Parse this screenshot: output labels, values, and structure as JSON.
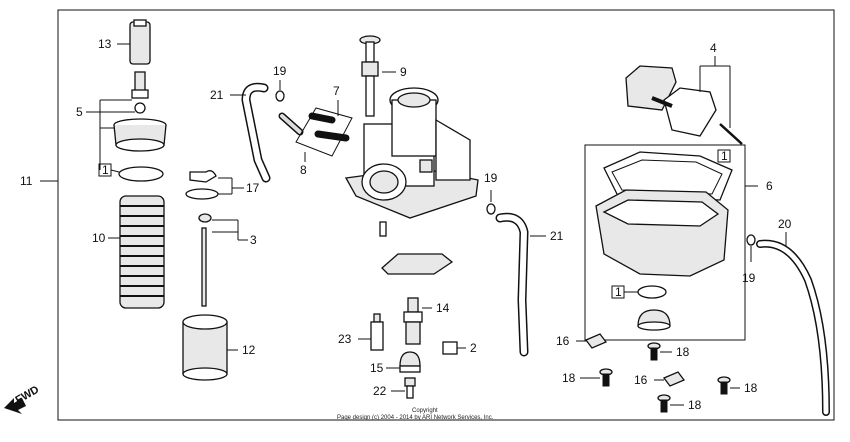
{
  "callouts": {
    "n13": "13",
    "n5": "5",
    "n1a": "1",
    "n11": "11",
    "n10": "10",
    "n12": "12",
    "n21a": "21",
    "n19a": "19",
    "n17": "17",
    "n3": "3",
    "n8": "8",
    "n7": "7",
    "n9": "9",
    "n19b": "19",
    "n21b": "21",
    "n14": "14",
    "n23": "23",
    "n2": "2",
    "n15": "15",
    "n22": "22",
    "n4": "4",
    "n6": "6",
    "n1b": "1",
    "n1c": "1",
    "n20": "20",
    "n19c": "19",
    "n16a": "16",
    "n18a": "18",
    "n18b": "18",
    "n16b": "16",
    "n18c": "18",
    "n18d": "18"
  },
  "fwd_label": "FWD",
  "copyright": {
    "line1": "Copyright",
    "line2": "Page design (c) 2004 - 2014 by ARI Network Services, Inc."
  }
}
